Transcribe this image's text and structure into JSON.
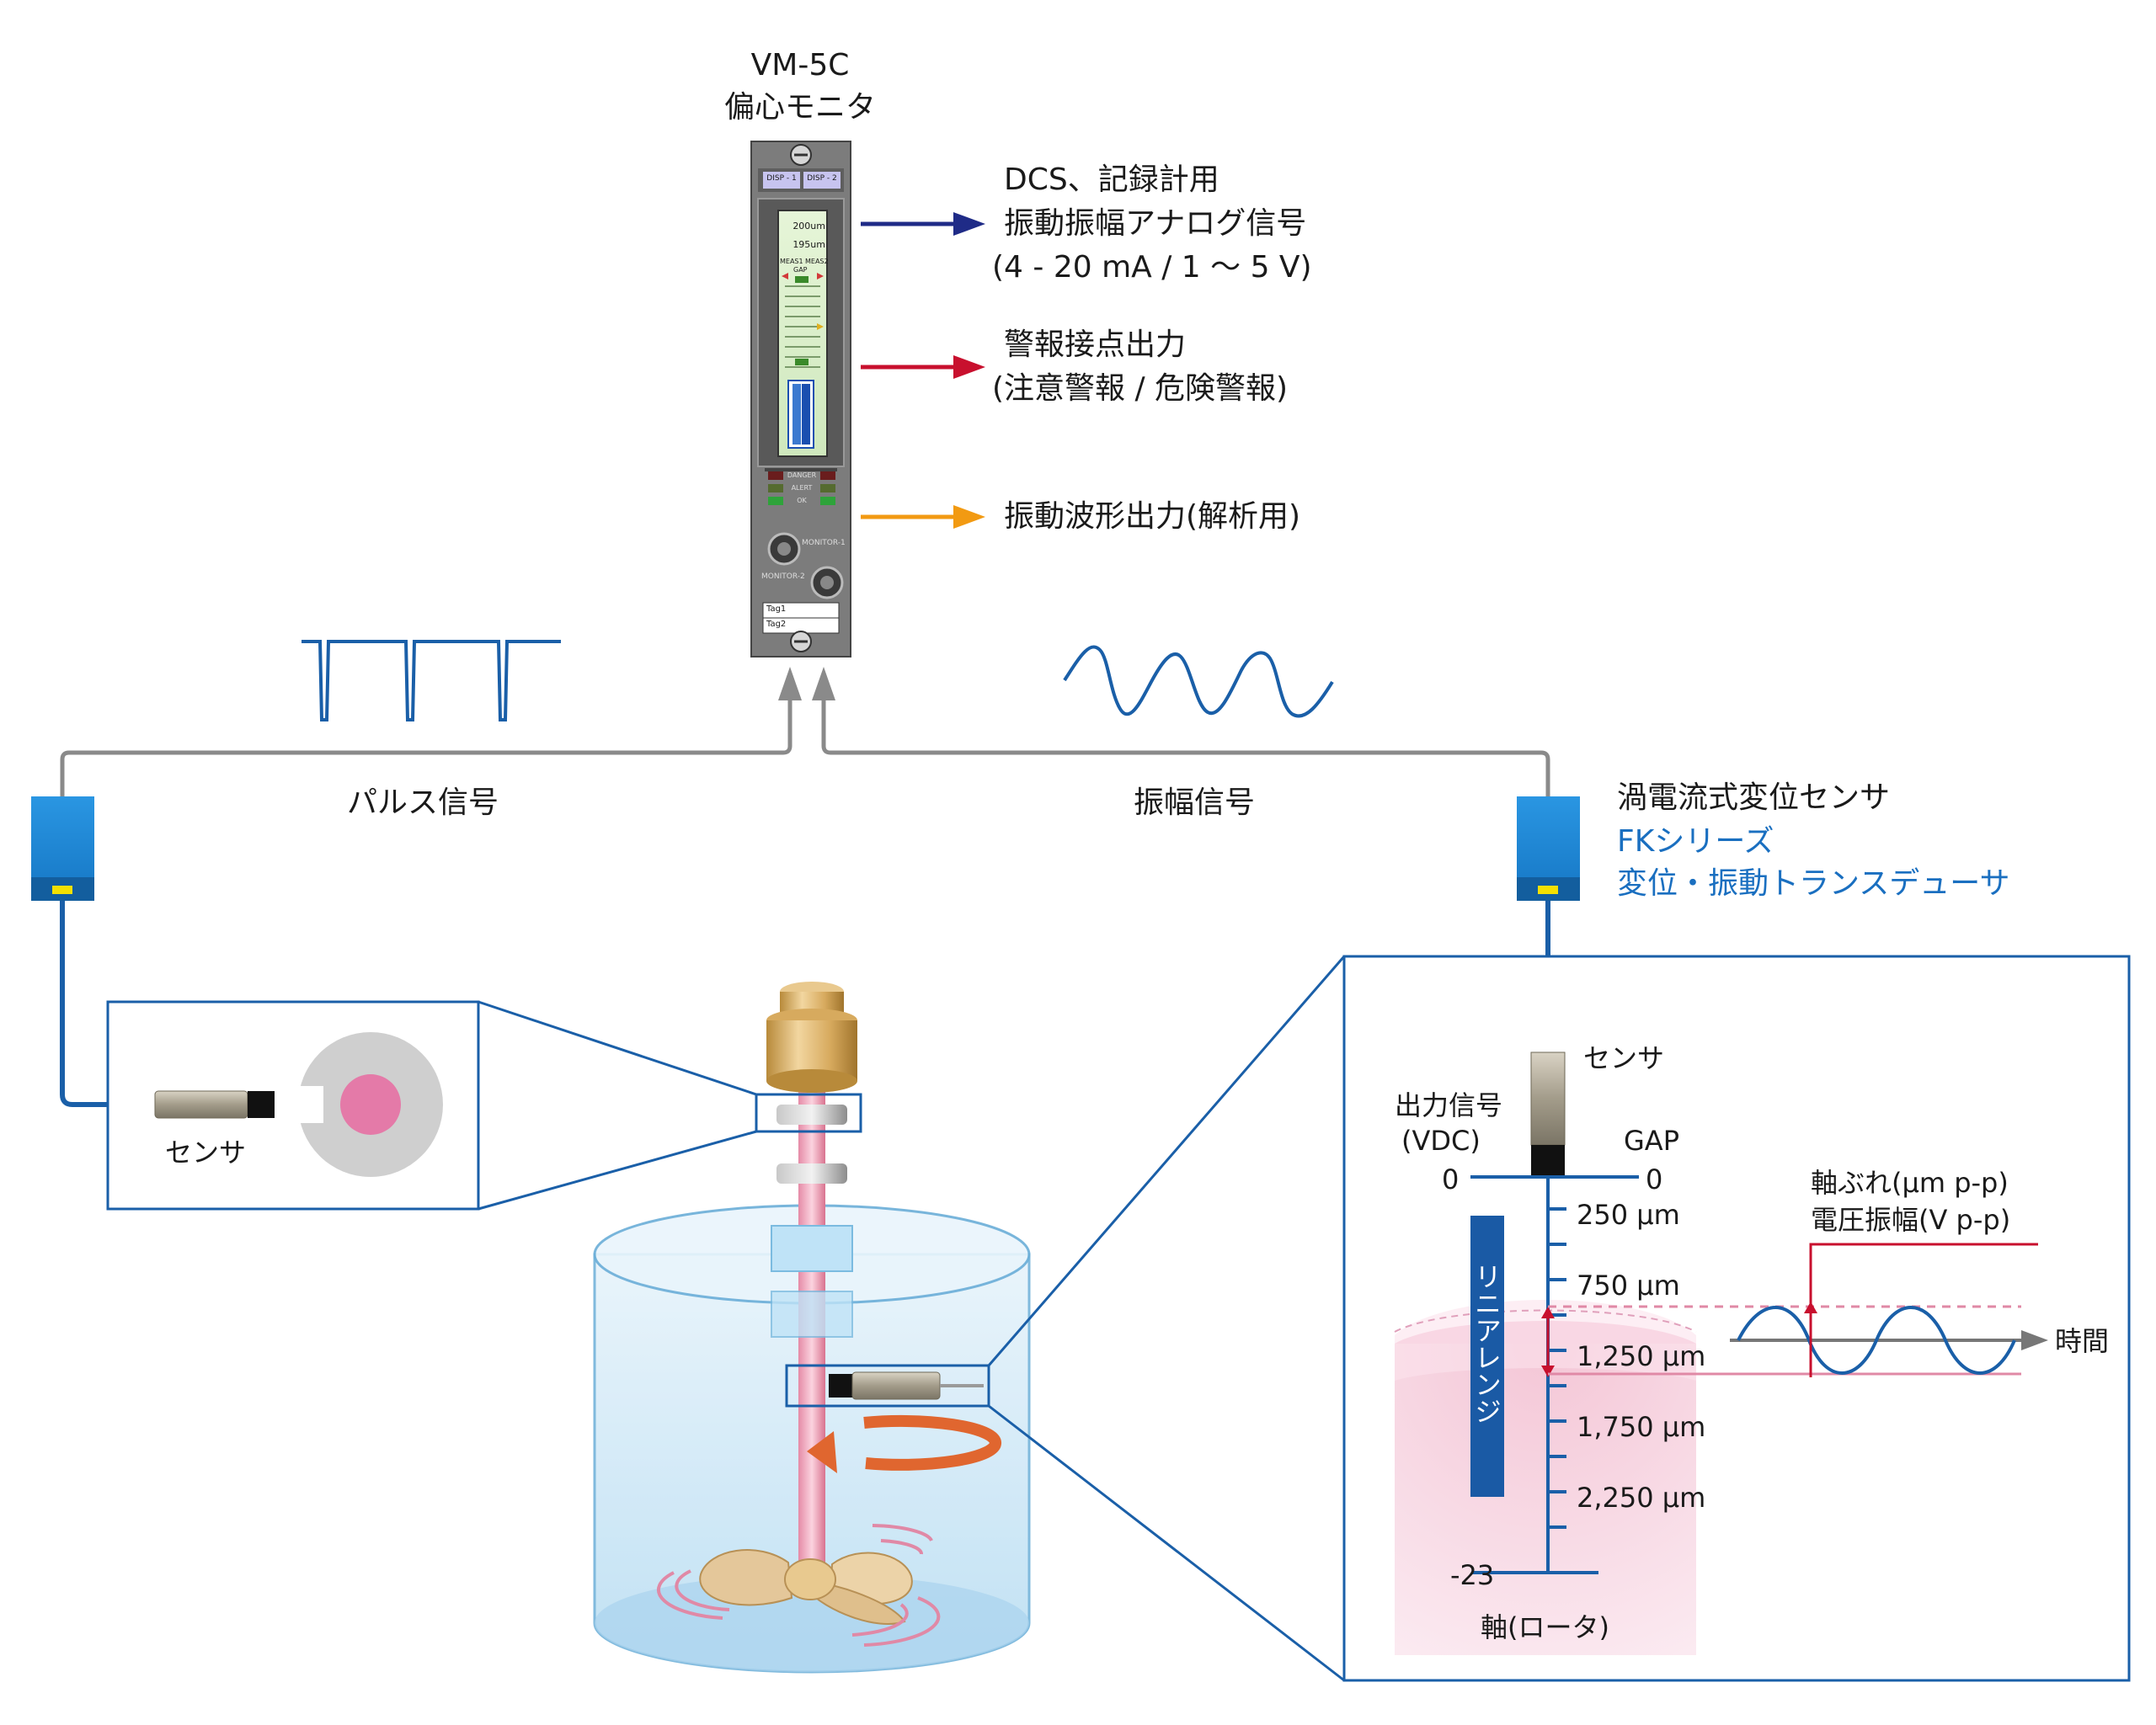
{
  "monitor": {
    "title_line1": "VM-5C",
    "title_line2": "偏心モニタ",
    "panel": {
      "disp1": "DISP - 1",
      "disp2": "DISP - 2",
      "reading1": "200um",
      "reading2": "195um",
      "meas1": "MEAS1",
      "meas2": "MEAS2",
      "gap": "GAP",
      "danger": "DANGER",
      "alert": "ALERT",
      "ok": "OK",
      "monitor1": "MONITOR-1",
      "monitor2": "MONITOR-2",
      "tag1": "Tag1",
      "tag2": "Tag2"
    }
  },
  "outputs": {
    "analog_line1": "DCS、記録計用",
    "analog_line2": "振動振幅アナログ信号",
    "analog_line3": "(4 - 20 mA / 1 ～ 5 V)",
    "alarm_line1": "警報接点出力",
    "alarm_line2": "(注意警報 / 危険警報)",
    "waveform": "振動波形出力(解析用)"
  },
  "signals": {
    "pulse": "パルス信号",
    "amplitude": "振幅信号"
  },
  "transducer": {
    "line1": "渦電流式変位センサ",
    "line2": "FKシリーズ",
    "line3": "変位・振動トランスデューサ"
  },
  "left_detail": {
    "sensor_label": "センサ"
  },
  "right_detail": {
    "sensor_label": "センサ",
    "output_line1": "出力信号",
    "output_line2": "(VDC)",
    "gap": "GAP",
    "zero_left": "0",
    "zero_right": "0",
    "ticks": [
      "250 μm",
      "750 μm",
      "1,250 μm",
      "1,750 μm",
      "2,250 μm"
    ],
    "bottom_value": "-23",
    "linear_range": "リニアレンジ",
    "shaft": "軸(ロータ)",
    "runout_line1": "軸ぶれ(μm p-p)",
    "runout_line2": "電圧振幅(V p-p)",
    "time": "時間"
  },
  "colors": {
    "blue_line": "#1a5fa8",
    "arrow_navy": "#1f2b87",
    "arrow_red": "#c8102e",
    "arrow_orange": "#f29a12",
    "transducer_blue": "#1b7fd0",
    "linear_range_bar": "#1a5aa5",
    "accent_text": "#1a6fc0"
  }
}
